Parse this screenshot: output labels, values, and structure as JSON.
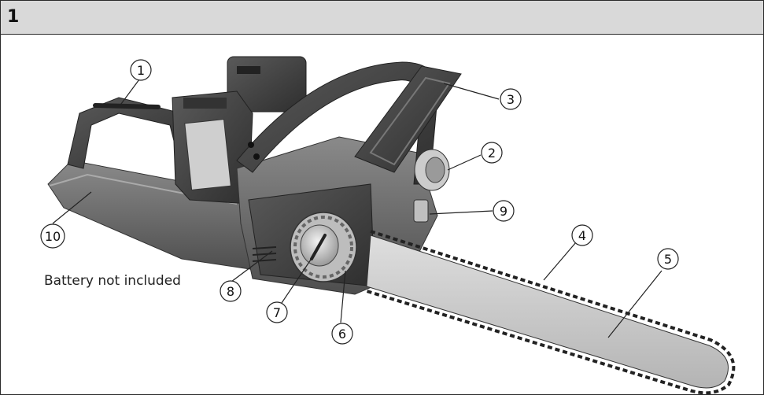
{
  "figure": {
    "number": "1",
    "note": "Battery not included"
  },
  "callouts": [
    {
      "id": "1",
      "label": "1"
    },
    {
      "id": "2",
      "label": "2"
    },
    {
      "id": "3",
      "label": "3"
    },
    {
      "id": "4",
      "label": "4"
    },
    {
      "id": "5",
      "label": "5"
    },
    {
      "id": "6",
      "label": "6"
    },
    {
      "id": "7",
      "label": "7"
    },
    {
      "id": "8",
      "label": "8"
    },
    {
      "id": "9",
      "label": "9"
    },
    {
      "id": "10",
      "label": "10"
    }
  ],
  "colors": {
    "header_bg": "#d9d9d9",
    "body_dark": "#4a4a4a",
    "body_mid": "#7a7a7a",
    "bar": "#c8c8c8"
  }
}
